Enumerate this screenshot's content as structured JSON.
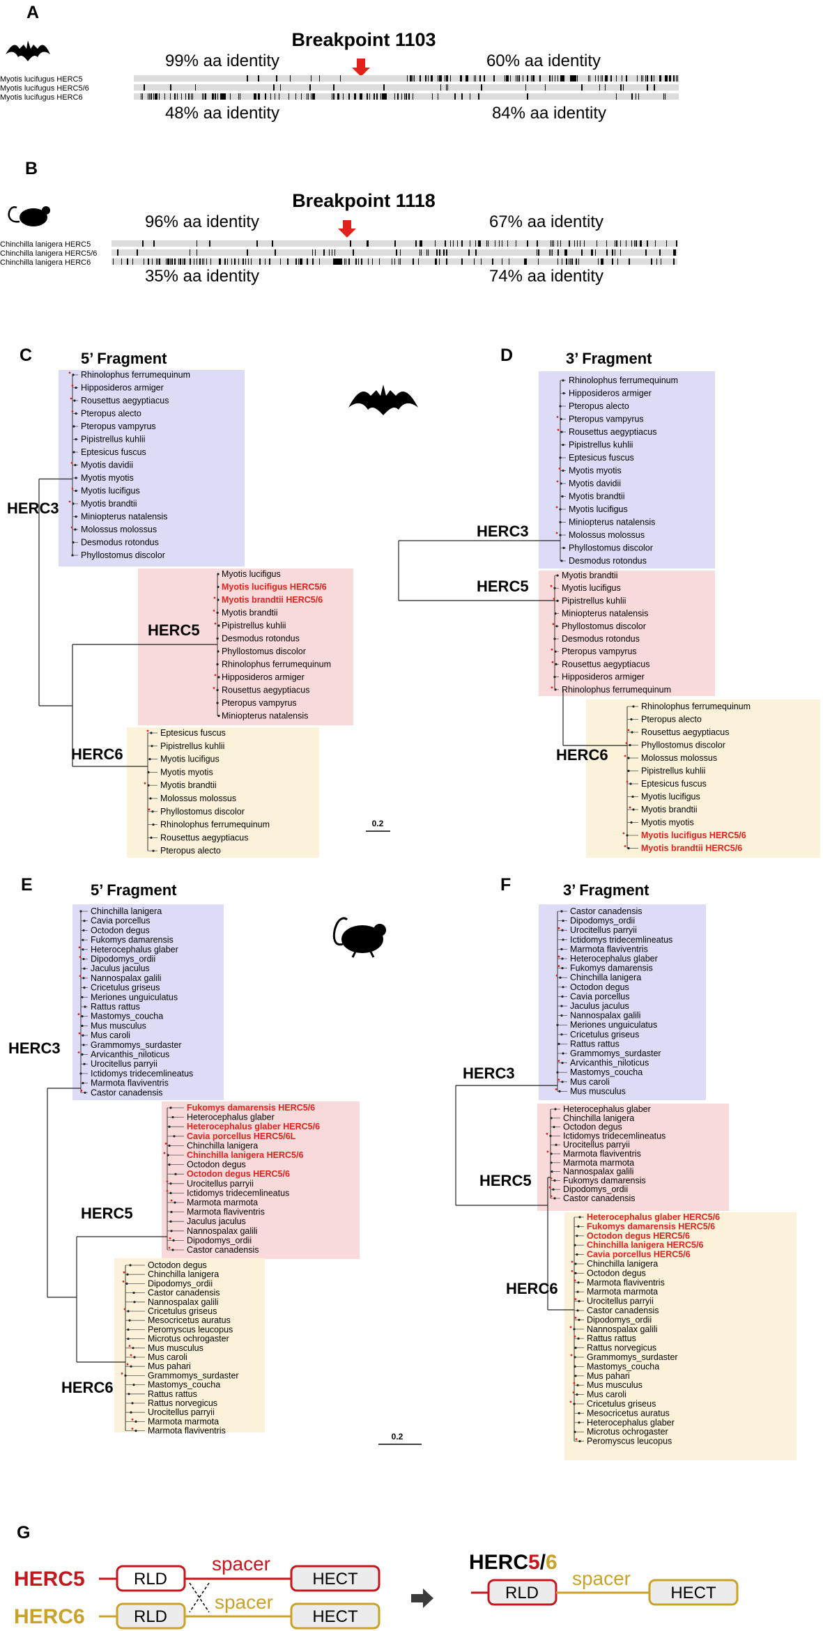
{
  "colors": {
    "herc3_box": "#dcdcf6",
    "herc5_box": "#f9dada",
    "herc6_box": "#fbf2d9",
    "herc5_red": "#c4161c",
    "herc6_gold": "#c9a227",
    "highlight_red": "#e0211c",
    "arrow_red": "#e0211c",
    "seq_gray": "#dcdcdc"
  },
  "icons": [
    "bat-silhouette-icon",
    "mouse-silhouette-icon",
    "right-arrow-icon"
  ],
  "panelA": {
    "label": "A",
    "title": "Breakpoint 1103",
    "top_left": "99% aa identity",
    "top_right": "60% aa identity",
    "bottom_left": "48% aa identity",
    "bottom_right": "84% aa identity",
    "sequences": [
      "Myotis lucifugus HERC5",
      "Myotis lucifugus HERC5/6",
      "Myotis lucifugus HERC6"
    ]
  },
  "panelB": {
    "label": "B",
    "title": "Breakpoint 1118",
    "top_left": "96% aa identity",
    "top_right": "67% aa identity",
    "bottom_left": "35% aa identity",
    "bottom_right": "74% aa identity",
    "sequences": [
      "Chinchilla lanigera HERC5",
      "Chinchilla lanigera HERC5/6",
      "Chinchilla lanigera HERC6"
    ]
  },
  "panelC": {
    "label": "C",
    "title": "5’ Fragment",
    "clades": [
      "HERC3",
      "HERC5",
      "HERC6"
    ],
    "herc3": [
      "Rhinolophus ferrumequinum",
      "Hipposideros armiger",
      "Rousettus aegyptiacus",
      "Pteropus alecto",
      "Pteropus vampyrus",
      "Pipistrellus kuhlii",
      "Eptesicus fuscus",
      "Myotis davidii",
      "Myotis myotis",
      "Myotis lucifigus",
      "Myotis brandtii",
      "Miniopterus natalensis",
      "Molossus molossus",
      "Desmodus rotondus",
      "Phyllostomus discolor"
    ],
    "herc5": [
      {
        "name": "Myotis lucifigus",
        "hl": false
      },
      {
        "name": "Myotis lucifigus HERC5/6",
        "hl": true
      },
      {
        "name": "Myotis brandtii HERC5/6",
        "hl": true
      },
      {
        "name": "Myotis brandtii",
        "hl": false
      },
      {
        "name": "Pipistrellus kuhlii",
        "hl": false
      },
      {
        "name": "Desmodus rotondus",
        "hl": false
      },
      {
        "name": "Phyllostomus discolor",
        "hl": false
      },
      {
        "name": "Rhinolophus ferrumequinum",
        "hl": false
      },
      {
        "name": "Hipposideros armiger",
        "hl": false
      },
      {
        "name": "Rousettus aegyptiacus",
        "hl": false
      },
      {
        "name": "Pteropus vampyrus",
        "hl": false
      },
      {
        "name": "Miniopterus natalensis",
        "hl": false
      }
    ],
    "herc6": [
      "Eptesicus fuscus",
      "Pipistrellus kuhlii",
      "Myotis lucifigus",
      "Myotis myotis",
      "Myotis brandtii",
      "Molossus molossus",
      "Phyllostomus discolor",
      "Rhinolophus ferrumequinum",
      "Rousettus aegyptiacus",
      "Pteropus alecto"
    ],
    "scale": "0.2"
  },
  "panelD": {
    "label": "D",
    "title": "3’ Fragment",
    "clades": [
      "HERC3",
      "HERC5",
      "HERC6"
    ],
    "herc3": [
      "Rhinolophus ferrumequinum",
      "Hipposideros armiger",
      "Pteropus alecto",
      "Pteropus vampyrus",
      "Rousettus aegyptiacus",
      "Pipistrellus kuhlii",
      "Eptesicus fuscus",
      "Myotis myotis",
      "Myotis davidii",
      "Myotis brandtii",
      "Myotis lucifigus",
      "Miniopterus natalensis",
      "Molossus molossus",
      "Phyllostomus discolor",
      "Desmodus rotondus"
    ],
    "herc5": [
      "Myotis brandtii",
      "Myotis lucifigus",
      "Pipistrellus kuhlii",
      "Miniopterus natalensis",
      "Phyllostomus discolor",
      "Desmodus rotondus",
      "Pteropus vampyrus",
      "Rousettus aegyptiacus",
      "Hipposideros armiger",
      "Rhinolophus ferrumequinum"
    ],
    "herc6": [
      {
        "name": "Rhinolophus ferrumequinum",
        "hl": false
      },
      {
        "name": "Pteropus alecto",
        "hl": false
      },
      {
        "name": "Rousettus aegyptiacus",
        "hl": false
      },
      {
        "name": "Phyllostomus discolor",
        "hl": false
      },
      {
        "name": "Molossus molossus",
        "hl": false
      },
      {
        "name": "Pipistrellus kuhlii",
        "hl": false
      },
      {
        "name": "Eptesicus fuscus",
        "hl": false
      },
      {
        "name": "Myotis lucifigus",
        "hl": false
      },
      {
        "name": "Myotis brandtii",
        "hl": false
      },
      {
        "name": "Myotis myotis",
        "hl": false
      },
      {
        "name": "Myotis lucifigus HERC5/6",
        "hl": true
      },
      {
        "name": "Myotis brandtii HERC5/6",
        "hl": true
      }
    ]
  },
  "panelE": {
    "label": "E",
    "title": "5’ Fragment",
    "clades": [
      "HERC3",
      "HERC5",
      "HERC6"
    ],
    "herc3": [
      "Chinchilla lanigera",
      "Cavia porcellus",
      "Octodon degus",
      "Fukomys damarensis",
      "Heterocephalus glaber",
      "Dipodomys_ordii",
      "Jaculus jaculus",
      "Nannospalax galili",
      "Cricetulus griseus",
      "Meriones unguiculatus",
      "Rattus rattus",
      "Mastomys_coucha",
      "Mus musculus",
      "Mus caroli",
      "Grammomys_surdaster",
      "Arvicanthis_niloticus",
      "Urocitellus parryii",
      "Ictidomys tridecemlineatus",
      "Marmota flaviventris",
      "Castor canadensis"
    ],
    "herc5": [
      {
        "name": "Fukomys damarensis HERC5/6",
        "hl": true
      },
      {
        "name": "Heterocephalus glaber",
        "hl": false
      },
      {
        "name": "Heterocephalus glaber HERC5/6",
        "hl": true
      },
      {
        "name": "Cavia porcellus HERC5/6L",
        "hl": true
      },
      {
        "name": "Chinchilla lanigera",
        "hl": false
      },
      {
        "name": "Chinchilla lanigera HERC5/6",
        "hl": true
      },
      {
        "name": "Octodon degus",
        "hl": false
      },
      {
        "name": "Octodon degus HERC5/6",
        "hl": true
      },
      {
        "name": "Urocitellus parryii",
        "hl": false
      },
      {
        "name": "Ictidomys tridecemlineatus",
        "hl": false
      },
      {
        "name": "Marmota marmota",
        "hl": false
      },
      {
        "name": "Marmota flaviventris",
        "hl": false
      },
      {
        "name": "Jaculus jaculus",
        "hl": false
      },
      {
        "name": "Nannospalax galili",
        "hl": false
      },
      {
        "name": "Dipodomys_ordii",
        "hl": false
      },
      {
        "name": "Castor canadensis",
        "hl": false
      }
    ],
    "herc6": [
      "Octodon degus",
      "Chinchilla lanigera",
      "Dipodomys_ordii",
      "Castor canadensis",
      "Nannospalax galili",
      "Cricetulus griseus",
      "Mesocricetus auratus",
      "Peromyscus leucopus",
      "Microtus ochrogaster",
      "Mus musculus",
      "Mus caroli",
      "Mus pahari",
      "Grammomys_surdaster",
      "Mastomys_coucha",
      "Rattus rattus",
      "Rattus norvegicus",
      "Urocitellus parryii",
      "Marmota marmota",
      "Marmota flaviventris"
    ],
    "scale": "0.2"
  },
  "panelF": {
    "label": "F",
    "title": "3’ Fragment",
    "clades": [
      "HERC3",
      "HERC5",
      "HERC6"
    ],
    "herc3": [
      "Castor canadensis",
      "Dipodomys_ordii",
      "Urocitellus parryii",
      "Ictidomys tridecemlineatus",
      "Marmota flaviventris",
      "Heterocephalus glaber",
      "Fukomys damarensis",
      "Chinchilla lanigera",
      "Octodon degus",
      "Cavia porcellus",
      "Jaculus jaculus",
      "Nannospalax galili",
      "Meriones unguiculatus",
      "Cricetulus griseus",
      "Rattus rattus",
      "Grammomys_surdaster",
      "Arvicanthis_niloticus",
      "Mastomys_coucha",
      "Mus caroli",
      "Mus musculus"
    ],
    "herc5": [
      "Heterocephalus glaber",
      "Chinchilla lanigera",
      "Octodon degus",
      "Ictidomys tridecemlineatus",
      "Urocitellus parryii",
      "Marmota flaviventris",
      "Marmota marmota",
      "Nannospalax galili",
      "Fukomys damarensis",
      "Dipodomys_ordii",
      "Castor canadensis"
    ],
    "herc6": [
      {
        "name": "Heterocephalus glaber HERC5/6",
        "hl": true
      },
      {
        "name": "Fukomys damarensis HERC5/6",
        "hl": true
      },
      {
        "name": "Octodon degus HERC5/6",
        "hl": true
      },
      {
        "name": "Chinchilla lanigera HERC5/6",
        "hl": true
      },
      {
        "name": "Cavia porcellus HERC5/6",
        "hl": true
      },
      {
        "name": "Chinchilla lanigera",
        "hl": false
      },
      {
        "name": "Octodon degus",
        "hl": false
      },
      {
        "name": "Marmota flaviventris",
        "hl": false
      },
      {
        "name": "Marmota marmota",
        "hl": false
      },
      {
        "name": "Urocitellus parryii",
        "hl": false
      },
      {
        "name": "Castor canadensis",
        "hl": false
      },
      {
        "name": "Dipodomys_ordii",
        "hl": false
      },
      {
        "name": "Nannospalax galili",
        "hl": false
      },
      {
        "name": "Rattus rattus",
        "hl": false
      },
      {
        "name": "Rattus norvegicus",
        "hl": false
      },
      {
        "name": "Grammomys_surdaster",
        "hl": false
      },
      {
        "name": "Mastomys_coucha",
        "hl": false
      },
      {
        "name": "Mus pahari",
        "hl": false
      },
      {
        "name": "Mus musculus",
        "hl": false
      },
      {
        "name": "Mus caroli",
        "hl": false
      },
      {
        "name": "Cricetulus griseus",
        "hl": false
      },
      {
        "name": "Mesocricetus auratus",
        "hl": false
      },
      {
        "name": "Heterocephalus glaber",
        "hl": false
      },
      {
        "name": "Microtus ochrogaster",
        "hl": false
      },
      {
        "name": "Peromyscus leucopus",
        "hl": false
      }
    ]
  },
  "panelG": {
    "label": "G",
    "herc5_name": "HERC5",
    "herc6_name": "HERC6",
    "rld": "RLD",
    "hect": "HECT",
    "spacer": "spacer",
    "fusion_prefix": "HERC",
    "fusion_5": "5",
    "fusion_slash": "/",
    "fusion_6": "6"
  }
}
